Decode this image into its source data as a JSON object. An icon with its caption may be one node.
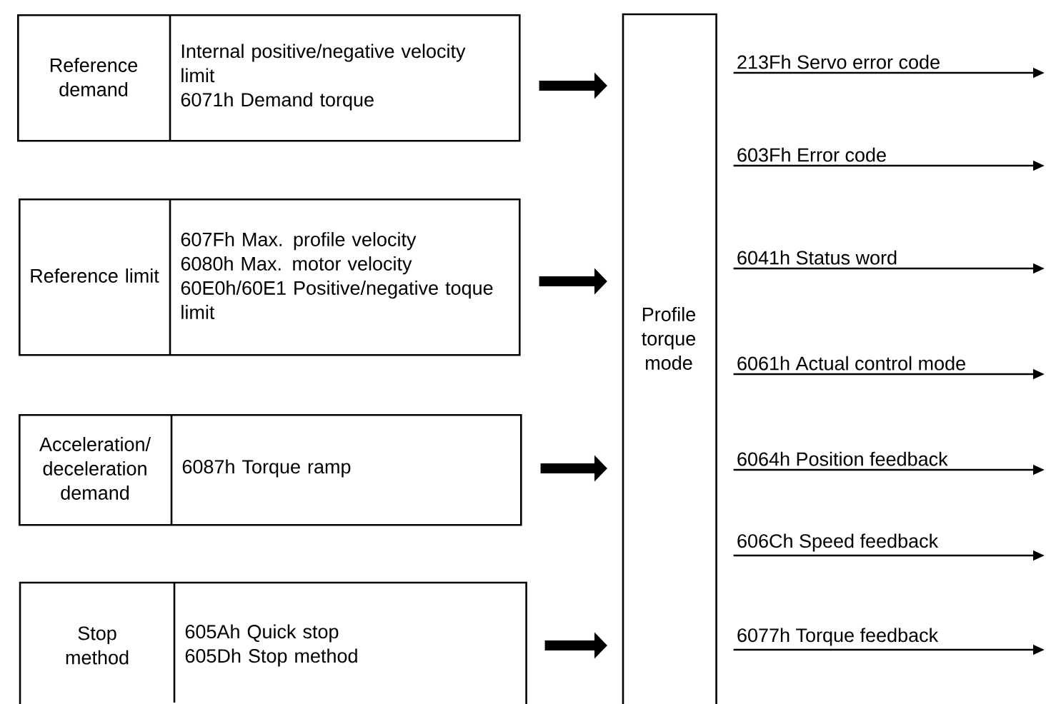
{
  "diagram": {
    "nodes": [
      {
        "text": [
          "Reference demand",
          "Internal positive/negative velocity limit",
          "6071h Demand torque"
        ]
      },
      {
        "text": [
          "Reference limit",
          "607Fh Max. profile velocity",
          "6080h Max. motor velocity",
          "60E0h/60E1 Positive/negative toque limit"
        ]
      },
      {
        "text": [
          "Acceleration/ deceleration demand",
          "6087h Torque ramp"
        ]
      },
      {
        "text": [
          "Stop method",
          "605Ah Quick stop",
          "605Dh Stop method"
        ]
      },
      {
        "text": [
          "Profile torque mode"
        ]
      }
    ],
    "edges": [
      {
        "from": 0,
        "to": 4,
        "arrow": "to",
        "style": "thick"
      },
      {
        "from": 1,
        "to": 4,
        "arrow": "to",
        "style": "thick"
      },
      {
        "from": 2,
        "to": 4,
        "arrow": "to",
        "style": "thick"
      },
      {
        "from": 3,
        "to": 4,
        "arrow": "to",
        "style": "thick"
      },
      {
        "from": 4,
        "to": null,
        "arrow": "to",
        "label": "213Fh Servo error code"
      },
      {
        "from": 4,
        "to": null,
        "arrow": "to",
        "label": "603Fh Error code"
      },
      {
        "from": 4,
        "to": null,
        "arrow": "to",
        "label": "6041h Status word"
      },
      {
        "from": 4,
        "to": null,
        "arrow": "to",
        "label": "6061h Actual control mode"
      },
      {
        "from": 4,
        "to": null,
        "arrow": "to",
        "label": "6064h Position feedback"
      },
      {
        "from": 4,
        "to": null,
        "arrow": "to",
        "label": "606Ch Speed feedback"
      },
      {
        "from": 4,
        "to": null,
        "arrow": "to",
        "label": "6077h Torque feedback"
      }
    ]
  }
}
